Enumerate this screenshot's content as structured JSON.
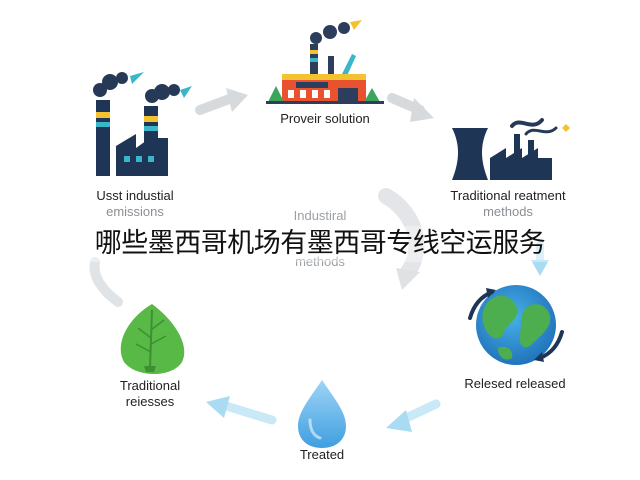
{
  "nodes": {
    "top": {
      "label": "Proveir solution"
    },
    "left_top": {
      "line1": "Usst industial",
      "line2": "emissions"
    },
    "right_top": {
      "line1": "Traditional reatment",
      "line2": "methods"
    },
    "center": {
      "line1": "Industiral",
      "line2": "methods"
    },
    "right_bottom": {
      "label": "Relesed released"
    },
    "bottom": {
      "label": "Treated"
    },
    "left_bottom": {
      "line1": "Traditional",
      "line2": "reiesses"
    }
  },
  "banner": {
    "text": "哪些墨西哥机场有墨西哥专线空运服务"
  },
  "colors": {
    "smokestack": "#1f3556",
    "stripe_yellow": "#f2c230",
    "stripe_teal": "#39b7c9",
    "arrow": "#d7dadd",
    "arrow_blue": "#a9dcf2",
    "leaf_green": "#58b947",
    "drop_blue": "#4aa9e8",
    "factory_red": "#e8522f"
  }
}
